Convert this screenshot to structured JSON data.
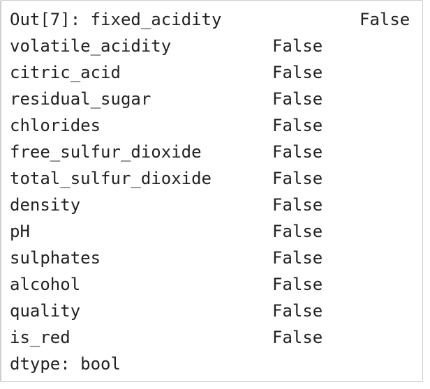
{
  "output": {
    "prompt": "Out[7]: ",
    "first": {
      "name": "fixed_acidity",
      "value": "False"
    },
    "rows": [
      {
        "name": "volatile_acidity",
        "value": "False"
      },
      {
        "name": "citric_acid",
        "value": "False"
      },
      {
        "name": "residual_sugar",
        "value": "False"
      },
      {
        "name": "chlorides",
        "value": "False"
      },
      {
        "name": "free_sulfur_dioxide",
        "value": "False"
      },
      {
        "name": "total_sulfur_dioxide",
        "value": "False"
      },
      {
        "name": "density",
        "value": "False"
      },
      {
        "name": "pH",
        "value": "False"
      },
      {
        "name": "sulphates",
        "value": "False"
      },
      {
        "name": "alcohol",
        "value": "False"
      },
      {
        "name": "quality",
        "value": "False"
      },
      {
        "name": "is_red",
        "value": "False"
      }
    ],
    "dtype": "dtype: bool"
  }
}
